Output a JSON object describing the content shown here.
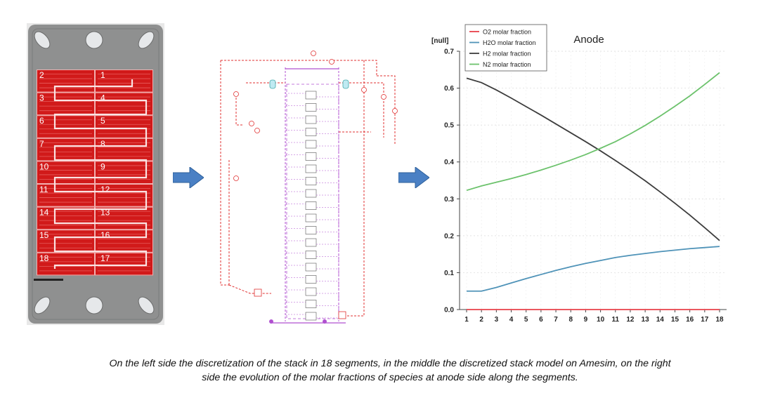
{
  "plate": {
    "segments": [
      {
        "n": "2",
        "row": 0,
        "col": 0
      },
      {
        "n": "1",
        "row": 0,
        "col": 1
      },
      {
        "n": "3",
        "row": 1,
        "col": 0
      },
      {
        "n": "4",
        "row": 1,
        "col": 1
      },
      {
        "n": "6",
        "row": 2,
        "col": 0
      },
      {
        "n": "5",
        "row": 2,
        "col": 1
      },
      {
        "n": "7",
        "row": 3,
        "col": 0
      },
      {
        "n": "8",
        "row": 3,
        "col": 1
      },
      {
        "n": "10",
        "row": 4,
        "col": 0
      },
      {
        "n": "9",
        "row": 4,
        "col": 1
      },
      {
        "n": "11",
        "row": 5,
        "col": 0
      },
      {
        "n": "12",
        "row": 5,
        "col": 1
      },
      {
        "n": "14",
        "row": 6,
        "col": 0
      },
      {
        "n": "13",
        "row": 6,
        "col": 1
      },
      {
        "n": "15",
        "row": 7,
        "col": 0
      },
      {
        "n": "16",
        "row": 7,
        "col": 1
      },
      {
        "n": "18",
        "row": 8,
        "col": 0
      },
      {
        "n": "17",
        "row": 8,
        "col": 1
      }
    ],
    "colors": {
      "segment": "#d11a1a",
      "metal": "#8f9090",
      "hole": "#e6e8ea"
    }
  },
  "arrows": {
    "color": "#4a80c4"
  },
  "schematic": {
    "cell_count": 19,
    "colors": {
      "line": "#e03030",
      "manifold": "#b050d0"
    }
  },
  "chart_data": {
    "type": "line",
    "title": "Anode",
    "ylabel": "[null]",
    "xlabel": "",
    "x": [
      1,
      2,
      3,
      4,
      5,
      6,
      7,
      8,
      9,
      10,
      11,
      12,
      13,
      14,
      15,
      16,
      17,
      18
    ],
    "xticks": [
      "1",
      "2",
      "3",
      "4",
      "5",
      "6",
      "7",
      "8",
      "9",
      "10",
      "11",
      "12",
      "13",
      "14",
      "15",
      "16",
      "17",
      "18"
    ],
    "ylim": [
      0.0,
      0.7
    ],
    "yticks": [
      "0.0",
      "0.1",
      "0.2",
      "0.3",
      "0.4",
      "0.5",
      "0.6",
      "0.7"
    ],
    "grid": true,
    "legend_position": "top-left",
    "series": [
      {
        "name": "O2 molar fraction",
        "color": "#e8414a",
        "values": [
          0,
          0,
          0,
          0,
          0,
          0,
          0,
          0,
          0,
          0,
          0,
          0,
          0,
          0,
          0,
          0,
          0,
          0
        ]
      },
      {
        "name": "H2O molar fraction",
        "color": "#4f93b8",
        "values": [
          0.05,
          0.05,
          0.06,
          0.072,
          0.084,
          0.095,
          0.106,
          0.116,
          0.125,
          0.133,
          0.141,
          0.147,
          0.152,
          0.157,
          0.161,
          0.165,
          0.168,
          0.171
        ]
      },
      {
        "name": "H2 molar fraction",
        "color": "#3c3c3c",
        "values": [
          0.627,
          0.615,
          0.595,
          0.573,
          0.55,
          0.527,
          0.503,
          0.479,
          0.455,
          0.43,
          0.404,
          0.377,
          0.349,
          0.319,
          0.288,
          0.256,
          0.222,
          0.187
        ]
      },
      {
        "name": "N2 molar fraction",
        "color": "#6cc26c",
        "values": [
          0.323,
          0.335,
          0.345,
          0.355,
          0.366,
          0.378,
          0.391,
          0.405,
          0.42,
          0.437,
          0.455,
          0.476,
          0.499,
          0.524,
          0.551,
          0.579,
          0.61,
          0.642
        ]
      }
    ]
  },
  "caption": {
    "line1": "On the left side the discretization of the stack in 18 segments, in the middle the discretized stack model on Amesim, on the right",
    "line2": "side the evolution of the molar fractions of species at anode side along the segments."
  }
}
